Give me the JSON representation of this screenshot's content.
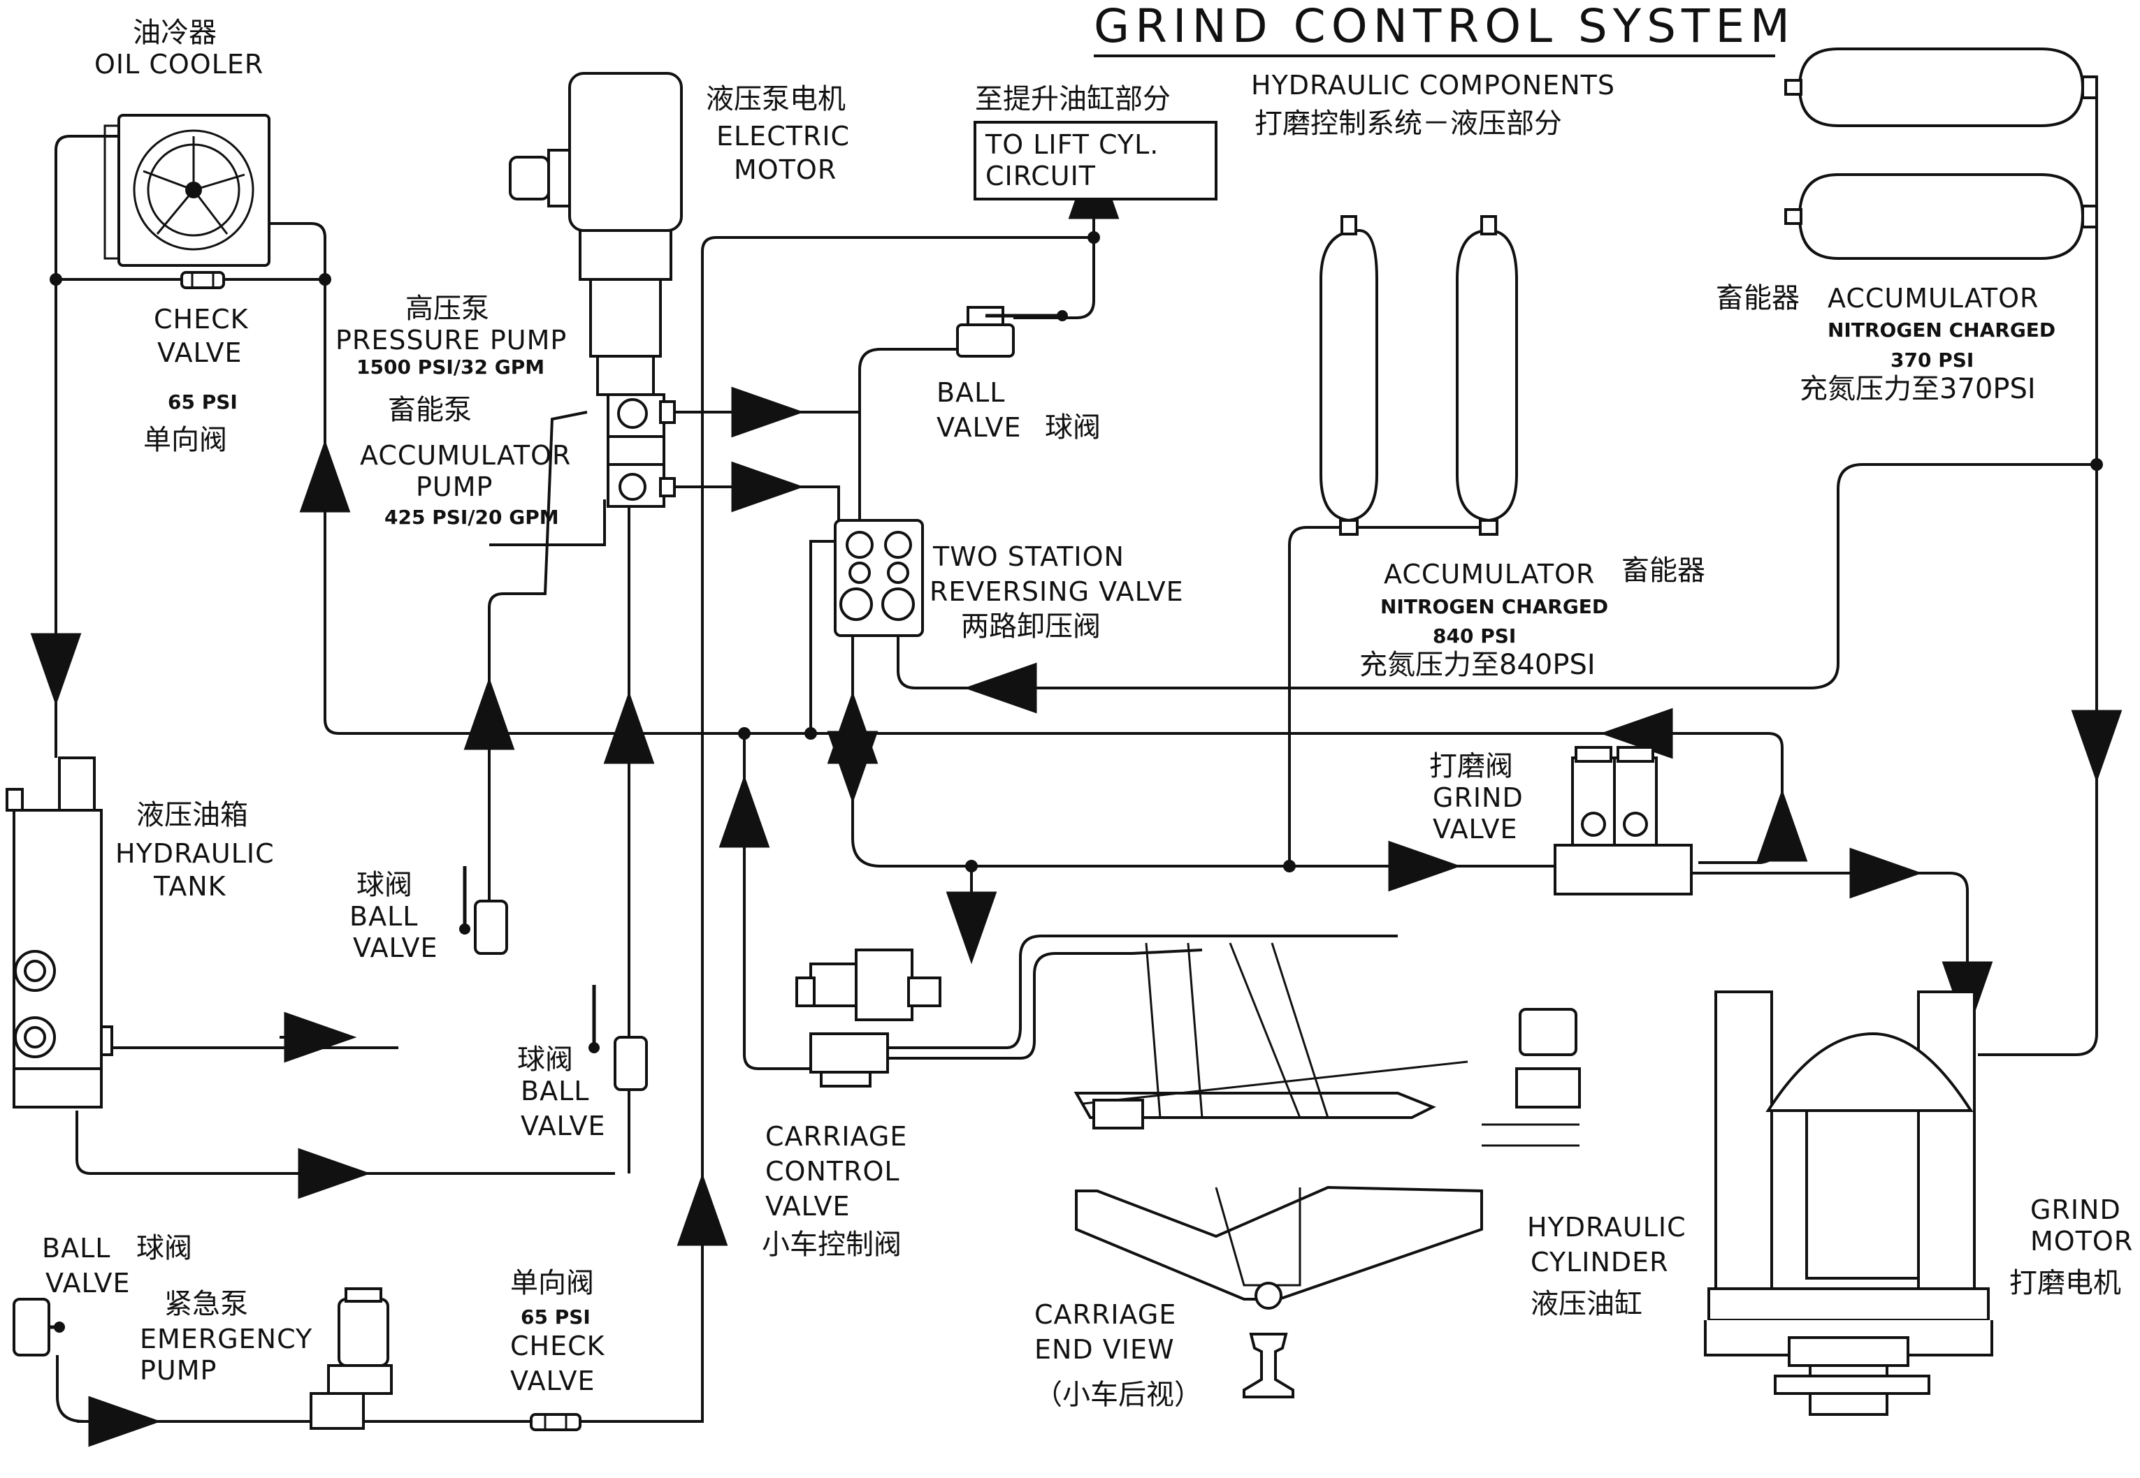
{
  "title": "GRIND CONTROL SYSTEM",
  "subtitle": {
    "en": "HYDRAULIC COMPONENTS",
    "cn": "打磨控制系统－液压部分"
  },
  "oil_cooler": {
    "cn": "油冷器",
    "en": "OIL COOLER"
  },
  "electric_motor": {
    "cn": "液压泵电机",
    "en1": "ELECTRIC",
    "en2": "MOTOR"
  },
  "lift_circuit": {
    "cn": "至提升油缸部分",
    "en1": "TO LIFT CYL.",
    "en2": "CIRCUIT"
  },
  "check_valve_top": {
    "en1": "CHECK",
    "en2": "VALVE",
    "psi": "65 PSI",
    "cn": "单向阀"
  },
  "pressure_pump": {
    "cn": "高压泵",
    "en": "PRESSURE PUMP",
    "spec": "1500 PSI/32 GPM"
  },
  "accumulator_pump": {
    "cn": "畜能泵",
    "en1": "ACCUMULATOR",
    "en2": "PUMP",
    "spec": "425 PSI/20 GPM"
  },
  "ball_valve_top": {
    "en1": "BALL",
    "en2": "VALVE",
    "cn": "球阀"
  },
  "reversing_valve": {
    "en1": "TWO STATION",
    "en2": "REVERSING VALVE",
    "cn": "两路卸压阀"
  },
  "accumulator_840": {
    "en": "ACCUMULATOR",
    "cn": "畜能器",
    "gas": "NITROGEN CHARGED",
    "psi": "840 PSI",
    "cn2": "充氮压力至840PSI"
  },
  "accumulator_370": {
    "cn": "畜能器",
    "en": "ACCUMULATOR",
    "gas": "NITROGEN CHARGED",
    "psi": "370 PSI",
    "cn2": "充氮压力至370PSI"
  },
  "hydraulic_tank": {
    "cn": "液压油箱",
    "en1": "HYDRAULIC",
    "en2": "TANK"
  },
  "ball_valve_mid1": {
    "cn": "球阀",
    "en1": "BALL",
    "en2": "VALVE"
  },
  "ball_valve_mid2": {
    "cn": "球阀",
    "en1": "BALL",
    "en2": "VALVE"
  },
  "grind_valve": {
    "cn": "打磨阀",
    "en1": "GRIND",
    "en2": "VALVE"
  },
  "carriage_control_valve": {
    "en1": "CARRIAGE",
    "en2": "CONTROL",
    "en3": "VALVE",
    "cn": "小车控制阀"
  },
  "carriage_end_view": {
    "en1": "CARRIAGE",
    "en2": "END VIEW",
    "cn": "（小车后视）"
  },
  "hydraulic_cylinder": {
    "en1": "HYDRAULIC",
    "en2": "CYLINDER",
    "cn": "液压油缸"
  },
  "grind_motor": {
    "en1": "GRIND",
    "en2": "MOTOR",
    "cn": "打磨电机"
  },
  "ball_valve_bottom": {
    "en1": "BALL",
    "cn": "球阀",
    "en2": "VALVE"
  },
  "emergency_pump": {
    "cn": "紧急泵",
    "en1": "EMERGENCY",
    "en2": "PUMP"
  },
  "check_valve_bottom": {
    "cn": "单向阀",
    "psi": "65 PSI",
    "en1": "CHECK",
    "en2": "VALVE"
  }
}
